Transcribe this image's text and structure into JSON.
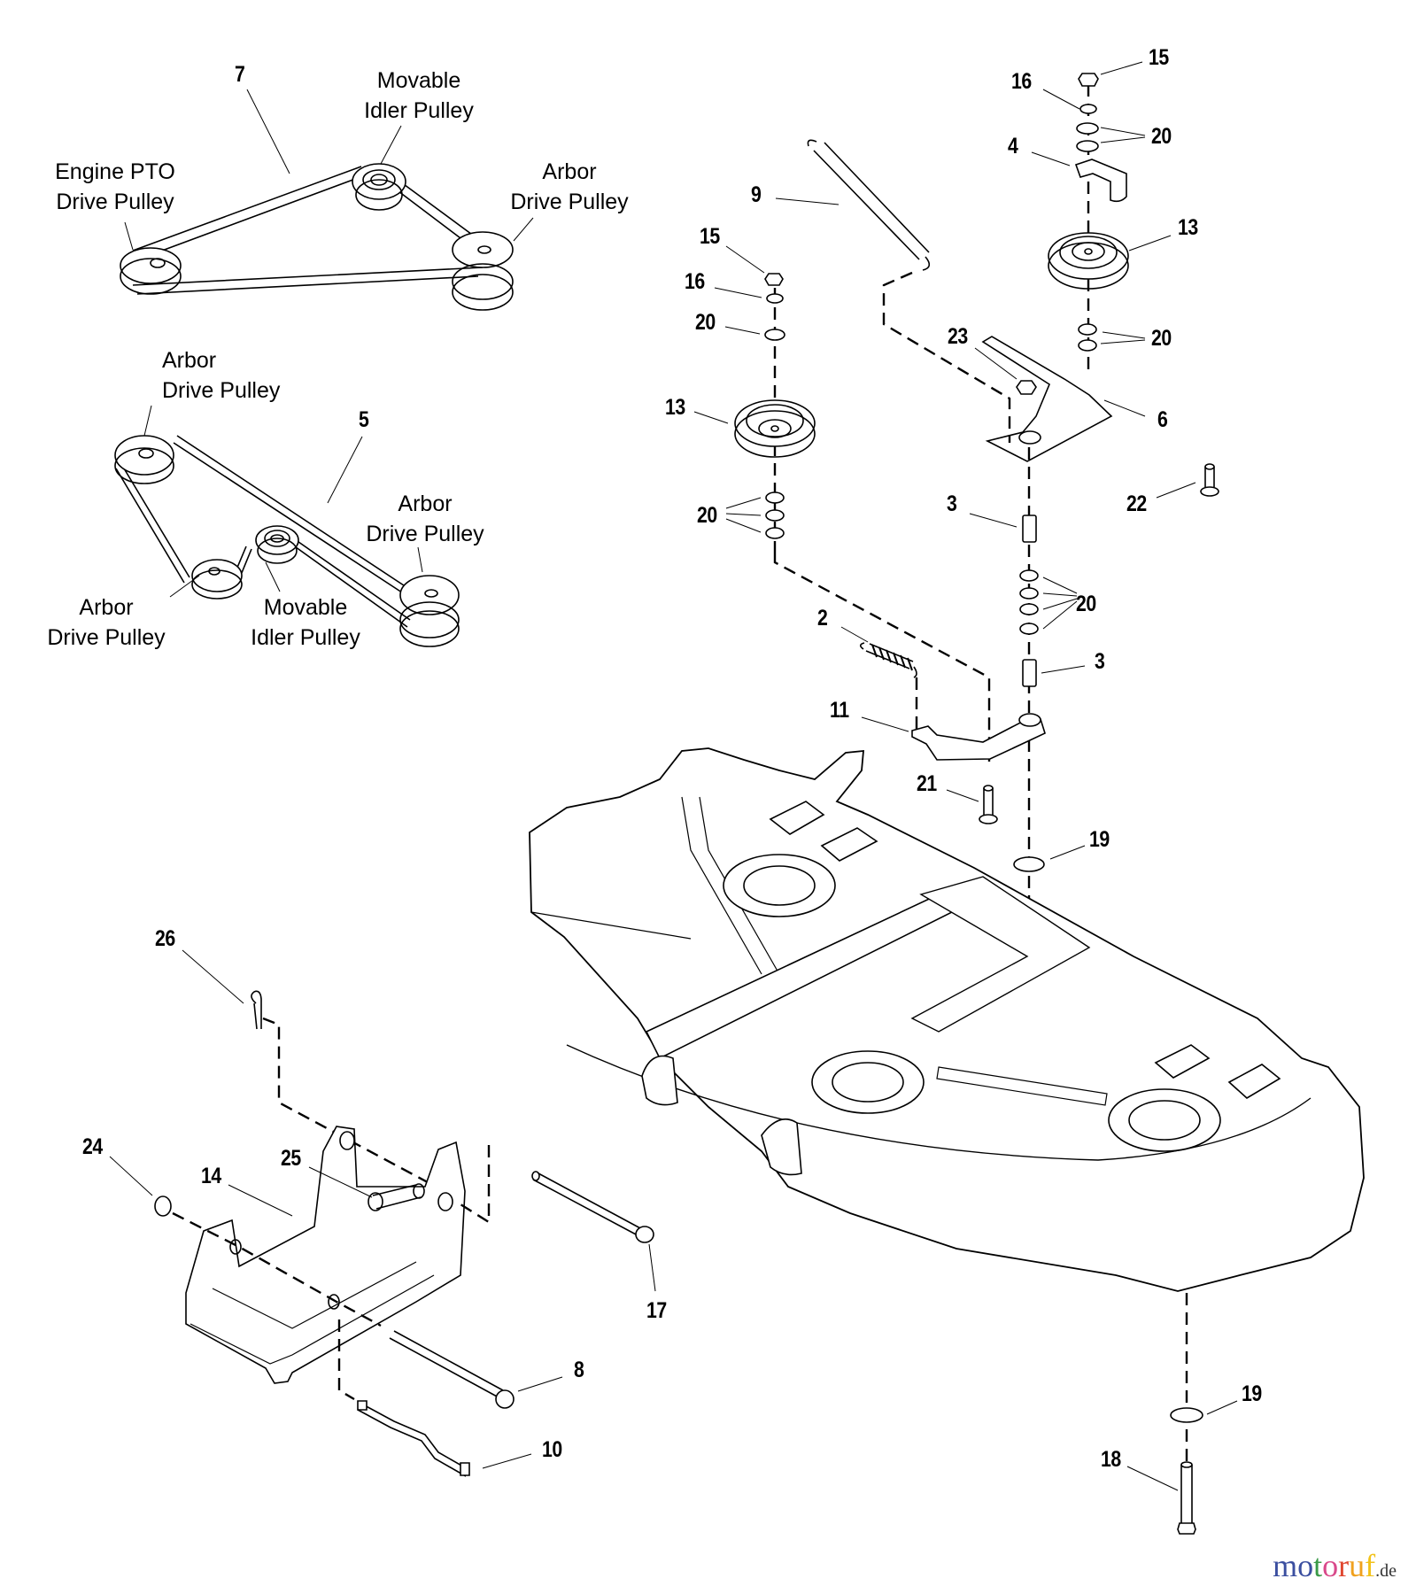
{
  "diagram": {
    "title": "Mower Deck Parts Diagram",
    "belt_routing": {
      "upper": {
        "belt_callout": "7",
        "labels": {
          "engine_pto": "Engine PTO\nDrive Pulley",
          "idler": "Movable\nIdler Pulley",
          "arbor": "Arbor\nDrive Pulley"
        }
      },
      "lower": {
        "belt_callout": "5",
        "labels": {
          "arbor_top": "Arbor\nDrive Pulley",
          "arbor_right": "Arbor\nDrive Pulley",
          "arbor_left": "Arbor\nDrive Pulley",
          "idler": "Movable\nIdler Pulley"
        }
      }
    },
    "callouts": [
      {
        "id": "c15a",
        "number": "15"
      },
      {
        "id": "c16a",
        "number": "16"
      },
      {
        "id": "c20a",
        "number": "20"
      },
      {
        "id": "c4",
        "number": "4"
      },
      {
        "id": "c13a",
        "number": "13"
      },
      {
        "id": "c20b",
        "number": "20"
      },
      {
        "id": "c9",
        "number": "9"
      },
      {
        "id": "c15b",
        "number": "15"
      },
      {
        "id": "c16b",
        "number": "16"
      },
      {
        "id": "c20c",
        "number": "20"
      },
      {
        "id": "c13b",
        "number": "13"
      },
      {
        "id": "c20d",
        "number": "20"
      },
      {
        "id": "c23",
        "number": "23"
      },
      {
        "id": "c6",
        "number": "6"
      },
      {
        "id": "c22",
        "number": "22"
      },
      {
        "id": "c3a",
        "number": "3"
      },
      {
        "id": "c20e",
        "number": "20"
      },
      {
        "id": "c3b",
        "number": "3"
      },
      {
        "id": "c2",
        "number": "2"
      },
      {
        "id": "c11",
        "number": "11"
      },
      {
        "id": "c21",
        "number": "21"
      },
      {
        "id": "c19a",
        "number": "19"
      },
      {
        "id": "c26",
        "number": "26"
      },
      {
        "id": "c24",
        "number": "24"
      },
      {
        "id": "c14",
        "number": "14"
      },
      {
        "id": "c25",
        "number": "25"
      },
      {
        "id": "c17",
        "number": "17"
      },
      {
        "id": "c8",
        "number": "8"
      },
      {
        "id": "c10",
        "number": "10"
      },
      {
        "id": "c19b",
        "number": "19"
      },
      {
        "id": "c18",
        "number": "18"
      }
    ]
  },
  "watermark": {
    "letters": [
      {
        "ch": "m",
        "color": "#3b4fa0"
      },
      {
        "ch": "o",
        "color": "#3b4fa0"
      },
      {
        "ch": "t",
        "color": "#3a9a48"
      },
      {
        "ch": "o",
        "color": "#d9498a"
      },
      {
        "ch": "r",
        "color": "#e0472f"
      },
      {
        "ch": "u",
        "color": "#f0a11e"
      },
      {
        "ch": "f",
        "color": "#f2c21a"
      }
    ],
    "tld": ".de"
  }
}
